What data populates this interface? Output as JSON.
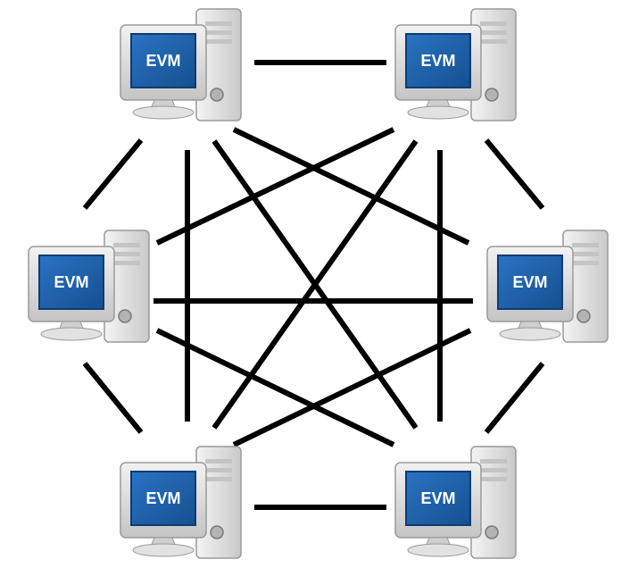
{
  "nodes": [
    {
      "id": "top-left",
      "label": "EVM"
    },
    {
      "id": "top-right",
      "label": "EVM"
    },
    {
      "id": "middle-left",
      "label": "EVM"
    },
    {
      "id": "middle-right",
      "label": "EVM"
    },
    {
      "id": "bottom-left",
      "label": "EVM"
    },
    {
      "id": "bottom-right",
      "label": "EVM"
    }
  ],
  "connections": [
    [
      "top-left",
      "top-right"
    ],
    [
      "top-left",
      "middle-left"
    ],
    [
      "top-left",
      "bottom-left"
    ],
    [
      "top-left",
      "middle-right"
    ],
    [
      "top-left",
      "bottom-right"
    ],
    [
      "top-right",
      "middle-right"
    ],
    [
      "top-right",
      "bottom-right"
    ],
    [
      "top-right",
      "middle-left"
    ],
    [
      "top-right",
      "bottom-left"
    ],
    [
      "middle-left",
      "middle-right"
    ],
    [
      "middle-left",
      "bottom-left"
    ],
    [
      "middle-left",
      "bottom-right"
    ],
    [
      "middle-right",
      "bottom-right"
    ],
    [
      "middle-right",
      "bottom-left"
    ],
    [
      "bottom-left",
      "bottom-right"
    ]
  ],
  "colors": {
    "screen": "#1e5fa8",
    "screen_border": "#0d3c73",
    "monitor_frame": "#d9d9d9",
    "tower": "#e6e6e6",
    "link": "#000000"
  }
}
